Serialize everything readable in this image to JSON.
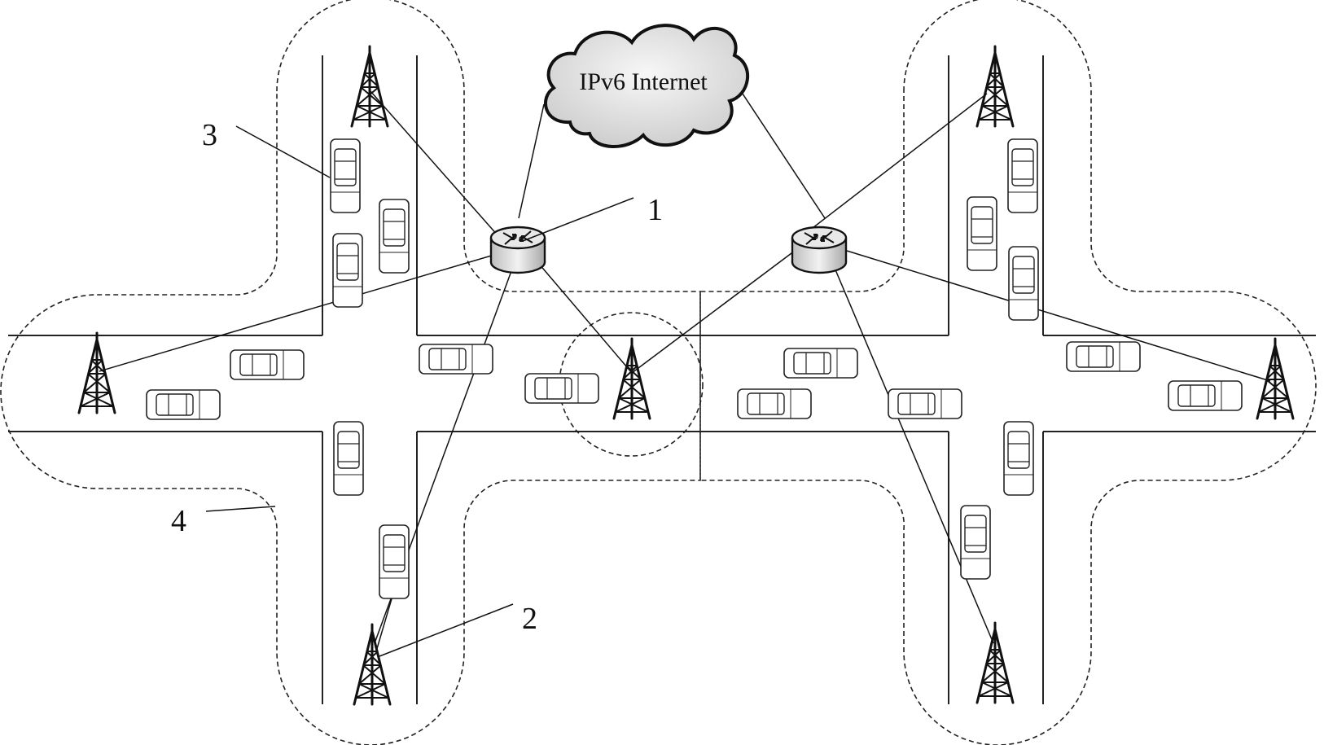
{
  "cloud": {
    "label": "IPv6 Internet"
  },
  "labels": [
    {
      "id": "router",
      "text": "1"
    },
    {
      "id": "tower",
      "text": "2"
    },
    {
      "id": "car",
      "text": "3"
    },
    {
      "id": "zone",
      "text": "4"
    }
  ],
  "colors": {
    "line": "#222222",
    "cloud_fill": "#e6e6e6",
    "router_fill": "#d9d9d9"
  }
}
